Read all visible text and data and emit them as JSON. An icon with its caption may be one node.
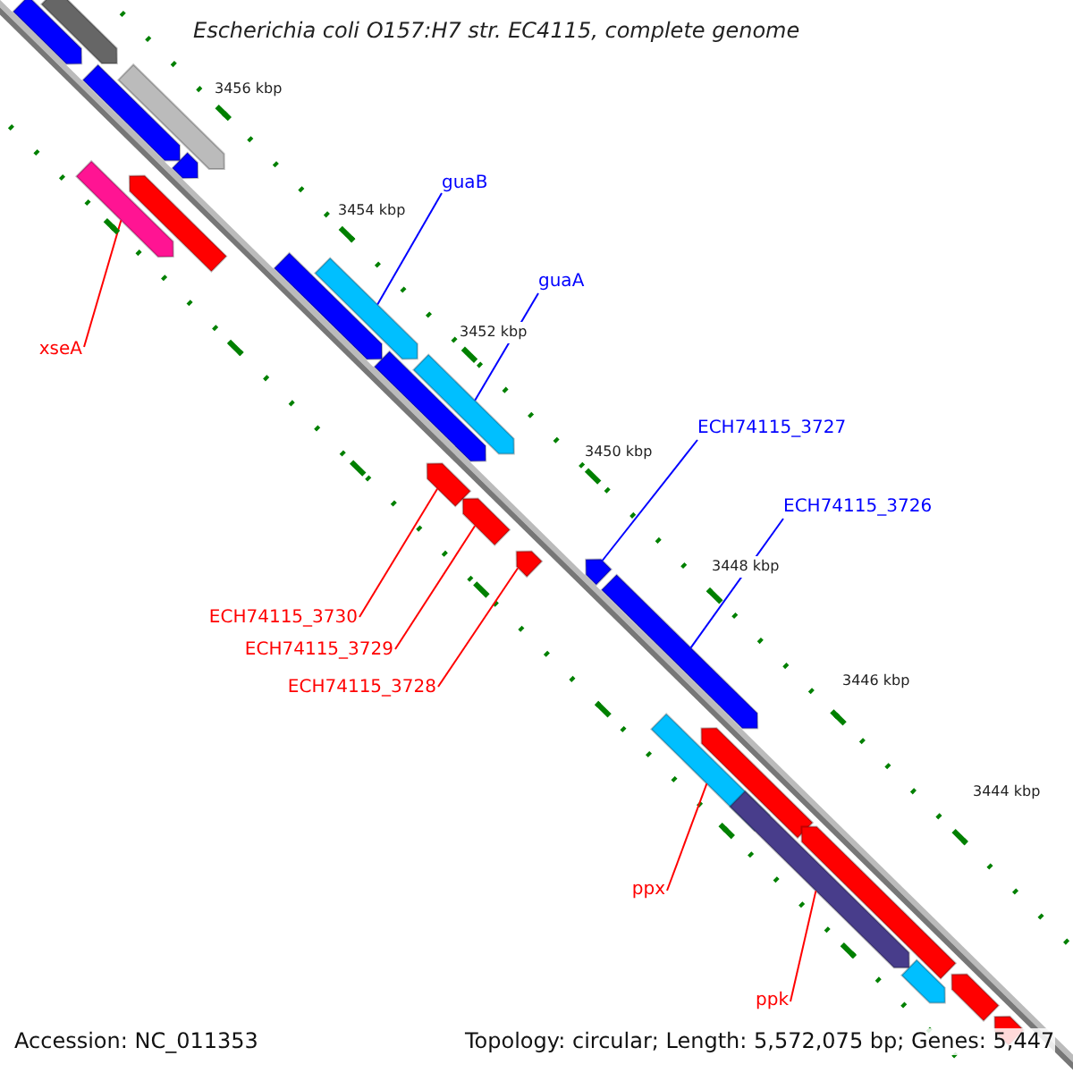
{
  "diagram": {
    "title": "Escherichia coli O157:H7 str. EC4115, complete genome",
    "nodes": [
      {
        "text": [
          "guaB"
        ]
      },
      {
        "text": [
          "guaA"
        ]
      },
      {
        "text": [
          "xseA"
        ]
      },
      {
        "text": [
          "ECH74115_3727"
        ]
      },
      {
        "text": [
          "ECH74115_3726"
        ]
      },
      {
        "text": [
          "ECH74115_3730"
        ]
      },
      {
        "text": [
          "ECH74115_3729"
        ]
      },
      {
        "text": [
          "ECH74115_3728"
        ]
      },
      {
        "text": [
          "ppx"
        ]
      },
      {
        "text": [
          "ppk"
        ]
      },
      {
        "text": [],
        "shape": "pentagon"
      },
      {
        "text": [],
        "shape": "pentagon"
      },
      {
        "text": [],
        "shape": "pentagon"
      },
      {
        "text": [],
        "shape": "pentagon"
      },
      {
        "text": [],
        "shape": "pentagon"
      },
      {
        "text": [],
        "shape": "pentagon"
      },
      {
        "text": [],
        "shape": "pentagon"
      },
      {
        "text": [],
        "shape": "pentagon"
      },
      {
        "text": [],
        "shape": "pentagon"
      },
      {
        "text": [],
        "shape": "pentagon"
      },
      {
        "text": [],
        "shape": "pentagon"
      },
      {
        "text": [],
        "shape": "pentagon"
      },
      {
        "text": [],
        "shape": "pentagon"
      },
      {
        "text": [],
        "shape": "pentagon"
      },
      {
        "text": [],
        "shape": "pentagon"
      },
      {
        "text": [],
        "shape": "pentagon"
      },
      {
        "text": [],
        "shape": "pentagon"
      },
      {
        "text": [],
        "shape": "pentagon"
      },
      {
        "text": [],
        "shape": "pentagon"
      },
      {
        "text": [],
        "shape": "pentagon"
      },
      {
        "text": [],
        "shape": "pentagon"
      },
      {
        "text": [],
        "shape": "pentagon"
      },
      {
        "text": [],
        "shape": "pentagon"
      }
    ],
    "edges": [
      {
        "from": 0,
        "to": 18,
        "arrow": "none",
        "color": "#0000ff"
      },
      {
        "from": 1,
        "to": 20,
        "arrow": "none",
        "color": "#0000ff"
      },
      {
        "from": 2,
        "to": 14,
        "arrow": "none"
      },
      {
        "from": 3,
        "to": 24,
        "arrow": "none",
        "color": "#0000ff"
      },
      {
        "from": 4,
        "to": 25,
        "arrow": "none",
        "color": "#0000ff"
      },
      {
        "from": 5,
        "to": 21,
        "arrow": "none"
      },
      {
        "from": 6,
        "to": 22,
        "arrow": "none"
      },
      {
        "from": 7,
        "to": 23,
        "arrow": "none"
      },
      {
        "from": 8,
        "to": 26,
        "arrow": "none"
      },
      {
        "from": 9,
        "to": 28,
        "arrow": "none"
      }
    ],
    "labels": [
      "3456 kbp",
      "3454 kbp",
      "3452 kbp",
      "3450 kbp",
      "3448 kbp",
      "3446 kbp",
      "3444 kbp",
      "Accession: NC_011353",
      "Topology: circular; Length: 5,572,075 bp; Genes: 5,447"
    ]
  }
}
